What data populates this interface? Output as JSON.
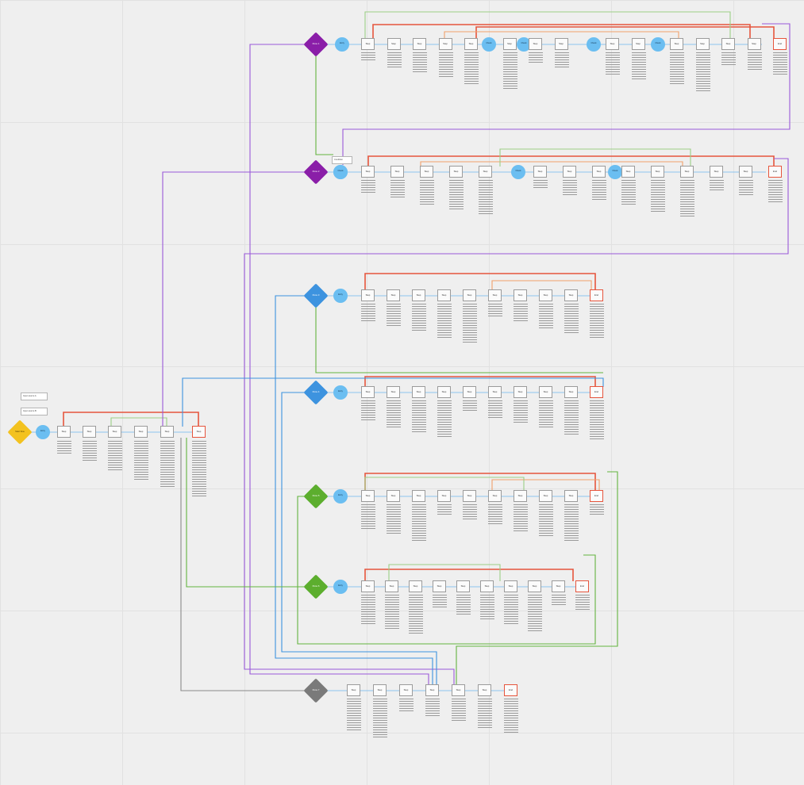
{
  "colors": {
    "background": "#efefef",
    "grid": "#e1e1e1",
    "start_diamond": "#f3c21f",
    "purple_diamond": "#8a1ea8",
    "blue_diamond": "#3d93df",
    "green_diamond": "#5cae2e",
    "gray_diamond": "#7a7a7a",
    "circle": "#6bbef1",
    "connector_red": "#e6553d",
    "connector_purple": "#9a58d9",
    "connector_blue": "#3d93df",
    "connector_green": "#63b43f"
  },
  "start": {
    "diamond_label": "Start flow",
    "circle_label": "Entry",
    "input_tags": [
      "Input source A",
      "Input source B"
    ],
    "steps": [
      "Step",
      "Step",
      "Step",
      "Step",
      "Step",
      "Step"
    ]
  },
  "lanes": [
    {
      "id": "lane-1",
      "diamond_label": "Flow 1",
      "circle_labels": [
        "Entry",
        "Check",
        "Check",
        "Check",
        "Check"
      ],
      "steps": [
        "Step",
        "Step",
        "Step",
        "Step",
        "Step",
        "Step",
        "Step",
        "Step",
        "Step",
        "Step",
        "Step",
        "Step",
        "Step",
        "Step",
        "End"
      ]
    },
    {
      "id": "lane-2",
      "diamond_label": "Flow 2",
      "circle_labels": [
        "Entry",
        "Check",
        "Check",
        "Check"
      ],
      "steps": [
        "Step",
        "Step",
        "Step",
        "Step",
        "Step",
        "Step",
        "Step",
        "Step",
        "Step",
        "Step",
        "Step",
        "Step",
        "Step",
        "End"
      ]
    },
    {
      "id": "lane-3",
      "diamond_label": "Flow 3",
      "circle_labels": [
        "Entry"
      ],
      "steps": [
        "Step",
        "Step",
        "Step",
        "Step",
        "Step",
        "Step",
        "Step",
        "Step",
        "Step",
        "End"
      ]
    },
    {
      "id": "lane-4",
      "diamond_label": "Flow 4",
      "circle_labels": [
        "Entry"
      ],
      "steps": [
        "Step",
        "Step",
        "Step",
        "Step",
        "Step",
        "Step",
        "Step",
        "Step",
        "Step",
        "End"
      ]
    },
    {
      "id": "lane-5",
      "diamond_label": "Flow 5",
      "circle_labels": [
        "Entry"
      ],
      "steps": [
        "Step",
        "Step",
        "Step",
        "Step",
        "Step",
        "Step",
        "Step",
        "Step",
        "Step",
        "End"
      ]
    },
    {
      "id": "lane-6",
      "diamond_label": "Flow 6",
      "circle_labels": [
        "Entry"
      ],
      "steps": [
        "Step",
        "Step",
        "Step",
        "Step",
        "Step",
        "Step",
        "Step",
        "Step",
        "Step",
        "End"
      ]
    },
    {
      "id": "lane-7",
      "diamond_label": "Flow 7",
      "circle_labels": [],
      "steps": [
        "Step",
        "Step",
        "Step",
        "Step",
        "Step",
        "Step",
        "End"
      ]
    }
  ],
  "tag_lane_2": "Condition"
}
